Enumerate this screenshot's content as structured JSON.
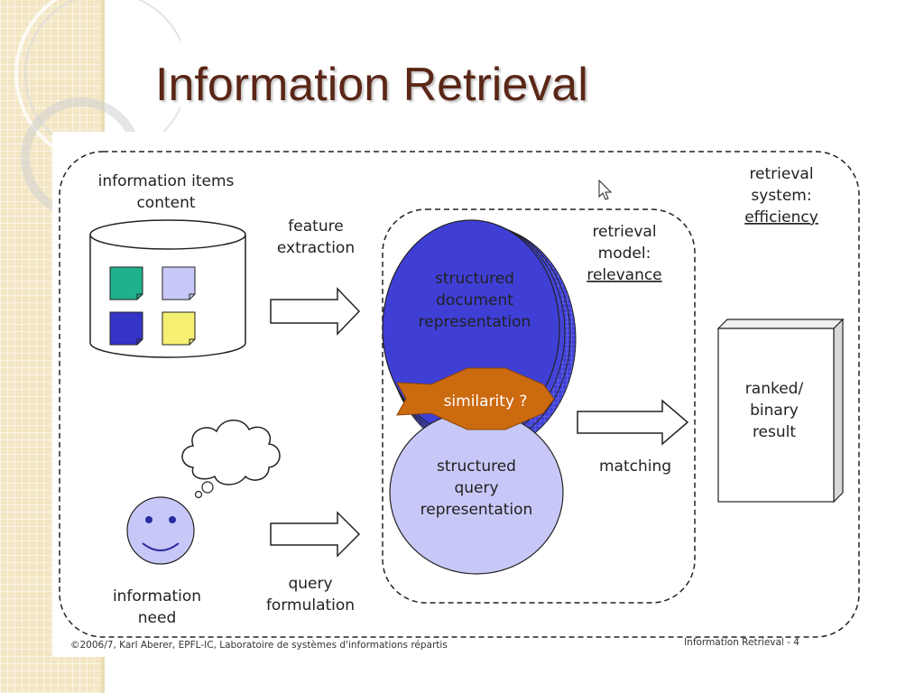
{
  "slide": {
    "title": "Information Retrieval"
  },
  "diagram": {
    "items_label": [
      "information items",
      "content"
    ],
    "feature_label": [
      "feature",
      "extraction"
    ],
    "query_form_label": [
      "query",
      "formulation"
    ],
    "need_label": [
      "information",
      "need"
    ],
    "doc_rep_label": [
      "structured",
      "document",
      "representation"
    ],
    "query_rep_label": [
      "structured",
      "query",
      "representation"
    ],
    "similarity_label": "similarity ?",
    "model_label": [
      "retrieval",
      "model:"
    ],
    "model_quality": "relevance",
    "system_label": [
      "retrieval",
      "system:"
    ],
    "system_quality": "efficiency",
    "matching_label": "matching",
    "result_label": [
      "ranked/",
      "binary",
      "result"
    ],
    "footer_left": "©2006/7, Karl Aberer, EPFL-IC, Laboratoire de systèmes d'informations répartis",
    "footer_right": "Information Retrieval - 4"
  },
  "colors": {
    "title": "#5a2616",
    "doc_blue": "#3f3fd6",
    "query_lavender": "#c8c8f8",
    "similarity_orange": "#cc6a10",
    "green_square": "#1fb08c",
    "yellow_square": "#f5f071"
  }
}
